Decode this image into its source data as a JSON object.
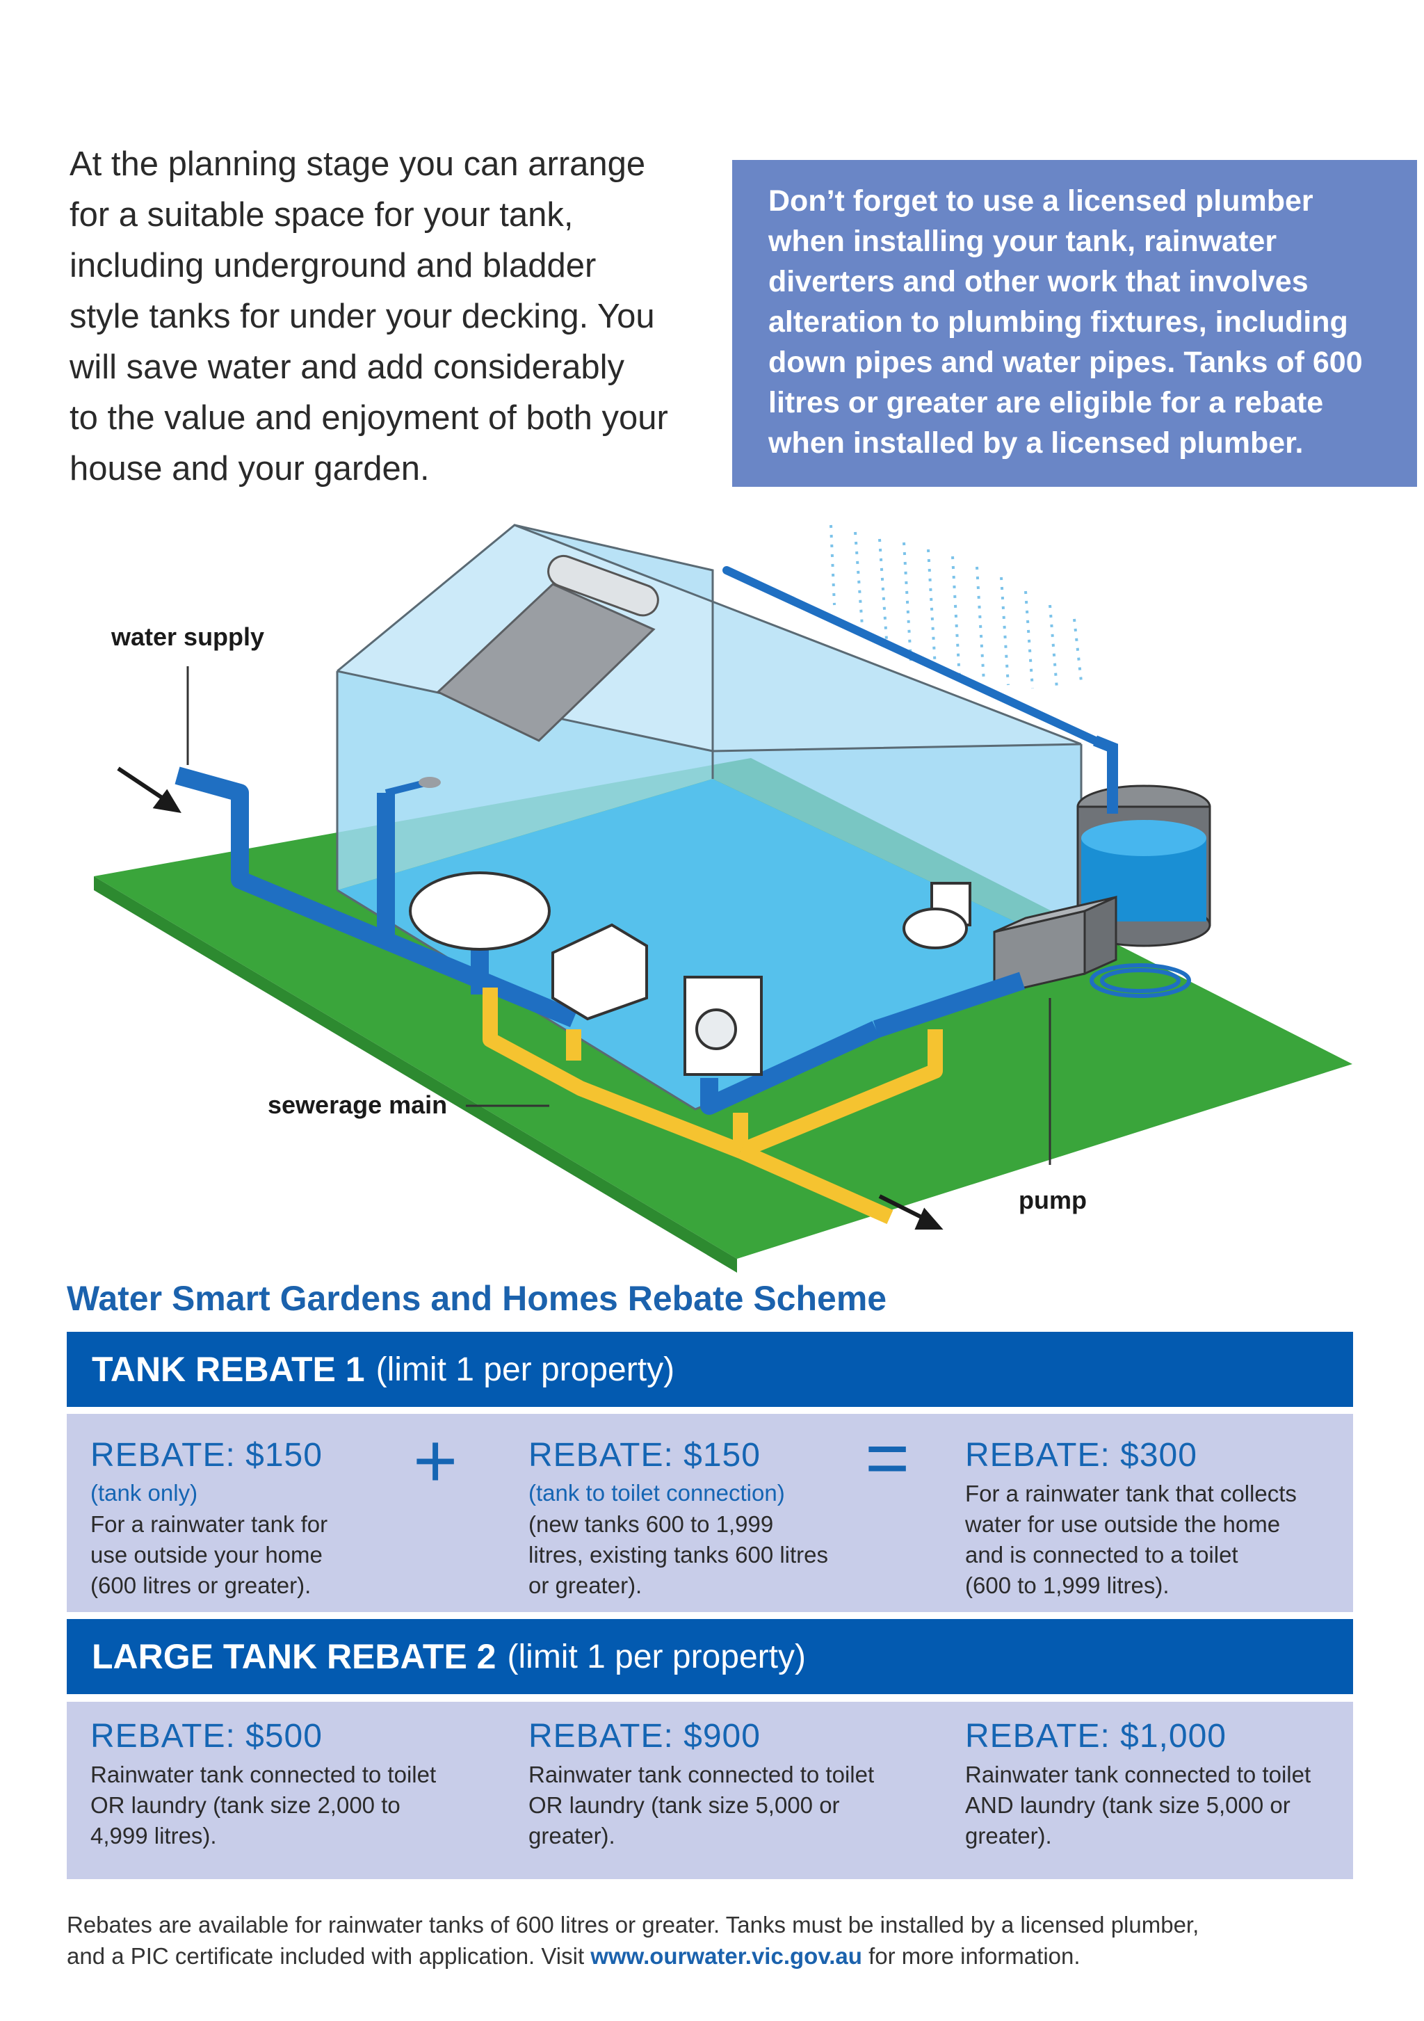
{
  "intro": {
    "lines": [
      "At the planning stage you can arrange",
      "for a suitable space for your tank,",
      "including underground and bladder",
      "style tanks for under your decking. You",
      "will save water and add considerably",
      "to the value and enjoyment of both your",
      "house and your garden."
    ]
  },
  "callout": {
    "lines": [
      "Don’t forget to use a licensed plumber",
      "when installing your tank, rainwater",
      "diverters and other work that involves",
      "alteration to plumbing fixtures, including",
      "down pipes and water pipes. Tanks of 600",
      "litres or greater are eligible for a rebate",
      "when installed by a licensed plumber."
    ]
  },
  "diagram": {
    "labels": {
      "water_supply": "water supply",
      "sewerage_main": "sewerage main",
      "pump": "pump"
    }
  },
  "colors": {
    "accent": "#035ab0",
    "callout": "#6a86c6",
    "panel": "#c8cde9",
    "grass": "#3aa53b",
    "water": "#5bc3ee",
    "pipe_supply": "#1f6fc2",
    "pipe_sewer": "#f5c330"
  },
  "rebates": {
    "title": "Water Smart Gardens and Homes Rebate Scheme",
    "tank_rebate_1": {
      "title": "TANK REBATE 1",
      "subtitle": "(limit 1 per property)",
      "plus": "+",
      "equals": "=",
      "items": [
        {
          "amount": "REBATE: $150",
          "subtitle": "(tank only)",
          "lines": [
            "For a rainwater tank for",
            "use outside your home",
            "(600 litres or greater)."
          ]
        },
        {
          "amount": "REBATE: $150",
          "subtitle": "(tank to toilet connection)",
          "lines": [
            "(new tanks 600 to 1,999",
            "litres, existing tanks 600 litres",
            "or greater)."
          ]
        },
        {
          "amount": "REBATE: $300",
          "lines": [
            "For a rainwater tank that collects",
            "water for use outside the home",
            "and is connected to a toilet",
            "(600 to 1,999 litres)."
          ]
        }
      ]
    },
    "large_tank_rebate_2": {
      "title": "LARGE TANK REBATE 2",
      "subtitle": "(limit 1 per property)",
      "items": [
        {
          "amount": "REBATE: $500",
          "lines": [
            "Rainwater tank connected to toilet",
            "OR laundry (tank size 2,000 to",
            "4,999 litres)."
          ]
        },
        {
          "amount": "REBATE: $900",
          "lines": [
            "Rainwater tank connected to toilet",
            "OR laundry (tank size 5,000 or",
            "greater)."
          ]
        },
        {
          "amount": "REBATE: $1,000",
          "lines": [
            "Rainwater tank connected to toilet",
            "AND laundry (tank size 5,000 or",
            "greater)."
          ]
        }
      ]
    }
  },
  "footer": {
    "line1": "Rebates are available for rainwater tanks of 600 litres or greater. Tanks must be installed by a licensed plumber,",
    "line2_pre": "and a PIC certificate included with application. Visit ",
    "link": "www.ourwater.vic.gov.au",
    "line2_post": " for more information."
  }
}
